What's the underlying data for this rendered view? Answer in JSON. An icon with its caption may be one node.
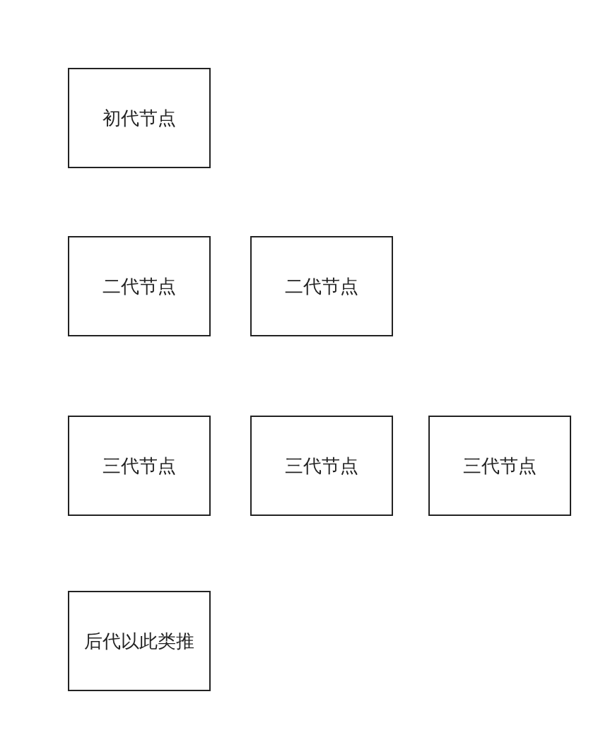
{
  "diagram": {
    "nodes": [
      {
        "text": [
          "初代节点"
        ]
      },
      {
        "text": [
          "二代节点"
        ]
      },
      {
        "text": [
          "二代节点"
        ]
      },
      {
        "text": [
          "三代节点"
        ]
      },
      {
        "text": [
          "三代节点"
        ]
      },
      {
        "text": [
          "三代节点"
        ]
      },
      {
        "text": [
          "后代以此类推"
        ]
      }
    ]
  }
}
